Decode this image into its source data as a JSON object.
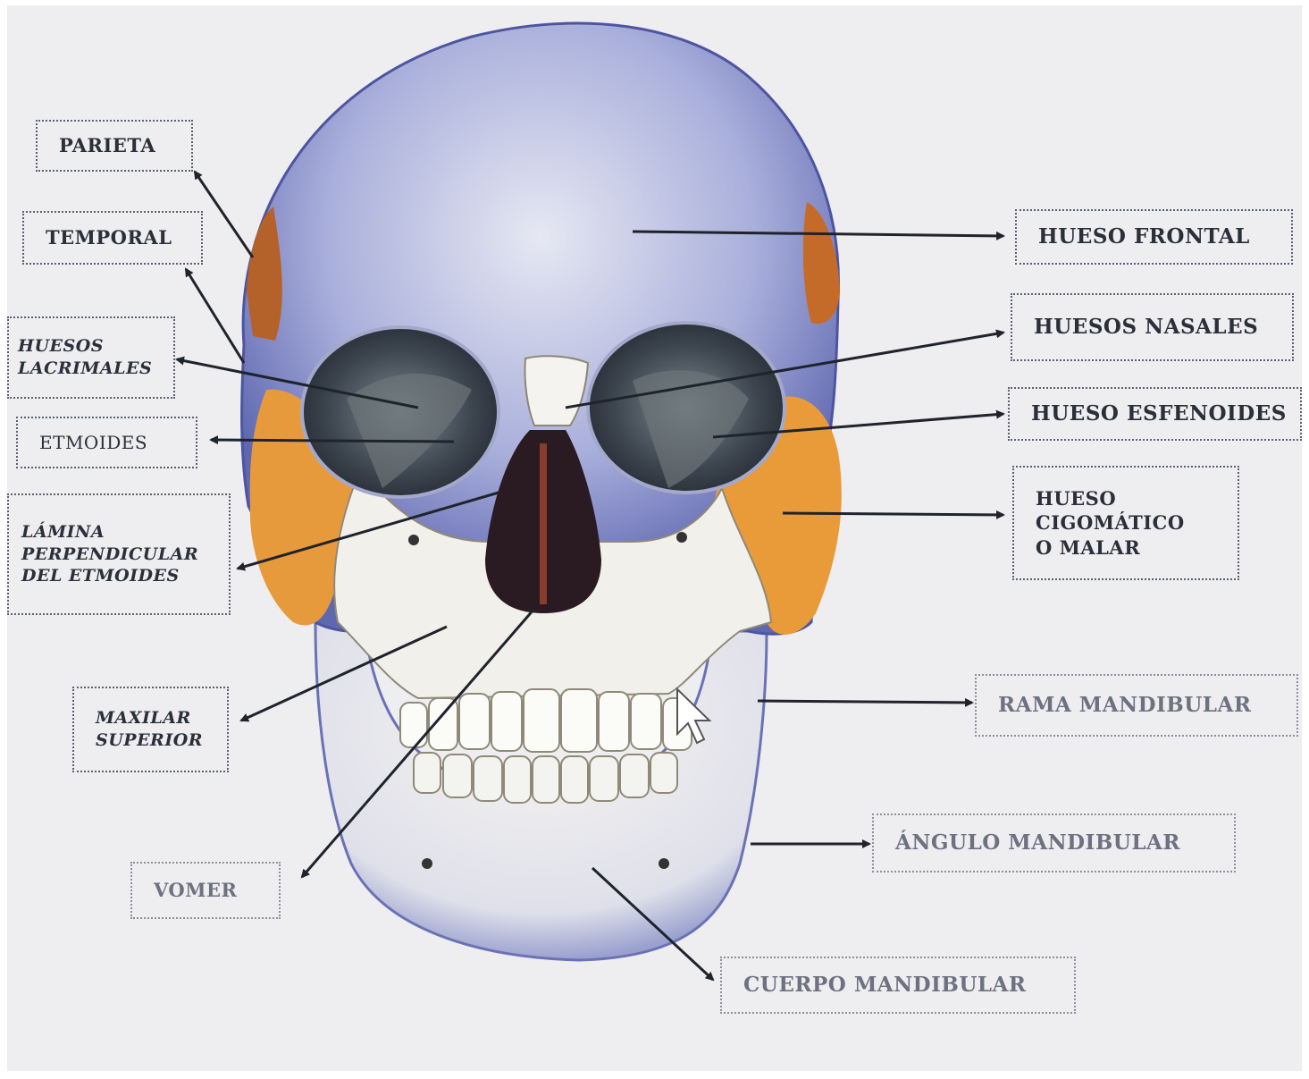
{
  "diagram": {
    "subject": "skull-front-view",
    "colors": {
      "bone": "#f1efe9",
      "cranium_tint": "#7a82c6",
      "orange_bone": "#e79a3c",
      "orbit": "#3e4650",
      "nasal_cavity": "#2a1a22",
      "arrow": "#1f232c",
      "label_border": "#5a6173"
    },
    "labels": {
      "parietal": "PARIETA",
      "temporal": "TEMPORAL",
      "lacrimal": "HUESOS\nLACRIMALES",
      "ethmoid": "ETMOIDES",
      "perpendicular_plate": "LÁMINA\nPERPENDICULAR\nDEL ETMOIDES",
      "maxilla": "MAXILAR\nSUPERIOR",
      "vomer": "VOMER",
      "frontal": "HUESO FRONTAL",
      "nasal": "HUESOS NASALES",
      "sphenoid": "HUESO ESFENOIDES",
      "zygomatic": "HUESO\nCIGOMÁTICO\nO MALAR",
      "ramus": "RAMA MANDIBULAR",
      "angle": "ÁNGULO MANDIBULAR",
      "body": "CUERPO MANDIBULAR"
    }
  }
}
